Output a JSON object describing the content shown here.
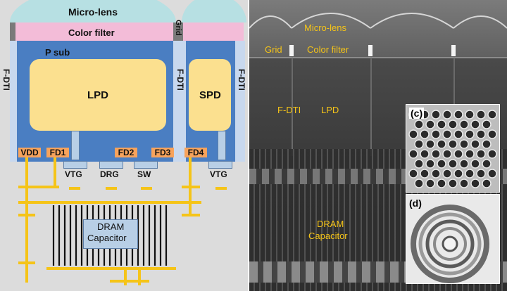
{
  "diagram": {
    "micro_lens": "Micro-lens",
    "color_filter": "Color filter",
    "grid": "Grid",
    "p_sub": "P sub",
    "f_dti": "F-DTI",
    "lpd": "LPD",
    "spd": "SPD",
    "vdd": "VDD",
    "fd1": "FD1",
    "fd2": "FD2",
    "fd3": "FD3",
    "fd4": "FD4",
    "vtg": "VTG",
    "drg": "DRG",
    "sw": "SW",
    "dram_capacitor_line1": "DRAM",
    "dram_capacitor_line2": "Capacitor"
  },
  "micrograph": {
    "micro_lens": "Micro-lens",
    "grid": "Grid",
    "color_filter": "Color filter",
    "f_dti": "F-DTI",
    "lpd": "LPD",
    "dram_line1": "DRAM",
    "dram_line2": "Capacitor",
    "inset_c": "(c)",
    "inset_d": "(d)"
  },
  "colors": {
    "micro_lens": "#b7e0e3",
    "color_filter": "#f3bcd8",
    "p_sub": "#4a7ec2",
    "photodiode": "#fbe08f",
    "dti": "#c8d8ee",
    "fd": "#f7a35c",
    "metal": "#f5c418",
    "substrate_bottom": "#dcdcdc"
  }
}
